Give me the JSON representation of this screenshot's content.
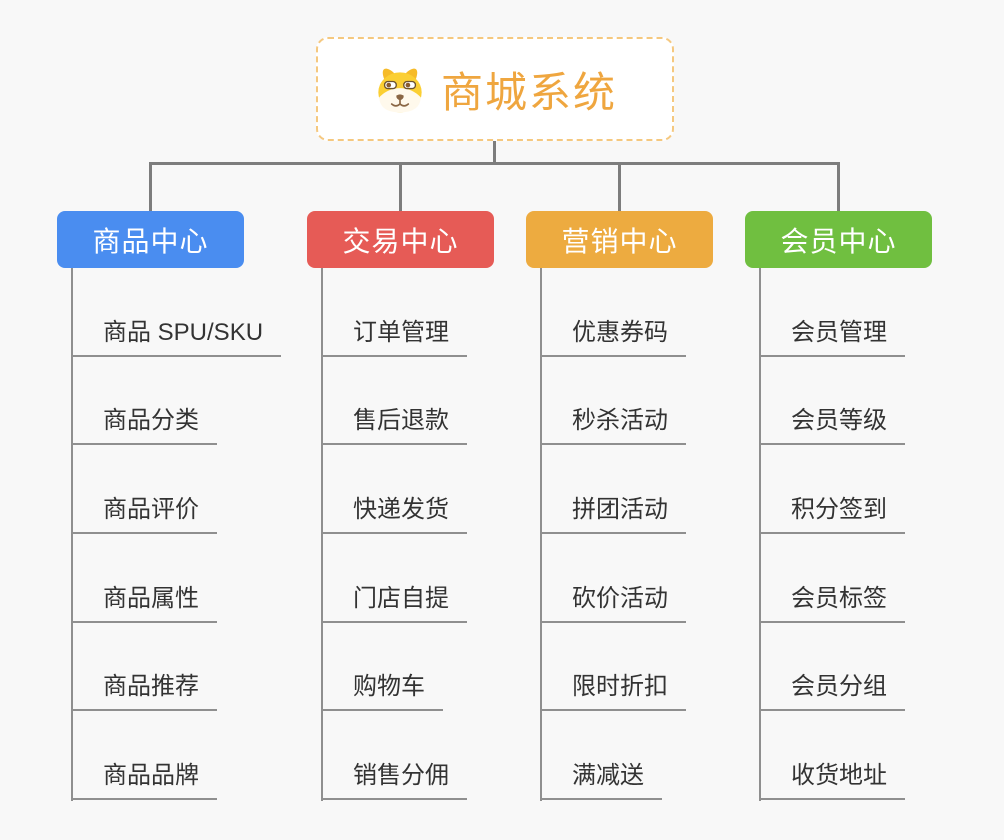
{
  "root": {
    "title": "商城系统",
    "icon": "dog-face-icon",
    "title_color": "#efa63f",
    "border_color": "#f5c87f"
  },
  "connector_color": "#7d7d7d",
  "leaf_line_color": "#8f8f8f",
  "background_color": "#f8f8f8",
  "branches": [
    {
      "label": "商品中心",
      "color": "#4a8df0",
      "children": [
        "商品 SPU/SKU",
        "商品分类",
        "商品评价",
        "商品属性",
        "商品推荐",
        "商品品牌"
      ]
    },
    {
      "label": "交易中心",
      "color": "#e65b56",
      "children": [
        "订单管理",
        "售后退款",
        "快递发货",
        "门店自提",
        "购物车",
        "销售分佣"
      ]
    },
    {
      "label": "营销中心",
      "color": "#edab40",
      "children": [
        "优惠券码",
        "秒杀活动",
        "拼团活动",
        "砍价活动",
        "限时折扣",
        "满减送"
      ]
    },
    {
      "label": "会员中心",
      "color": "#70bf40",
      "children": [
        "会员管理",
        "会员等级",
        "积分签到",
        "会员标签",
        "会员分组",
        "收货地址"
      ]
    }
  ]
}
